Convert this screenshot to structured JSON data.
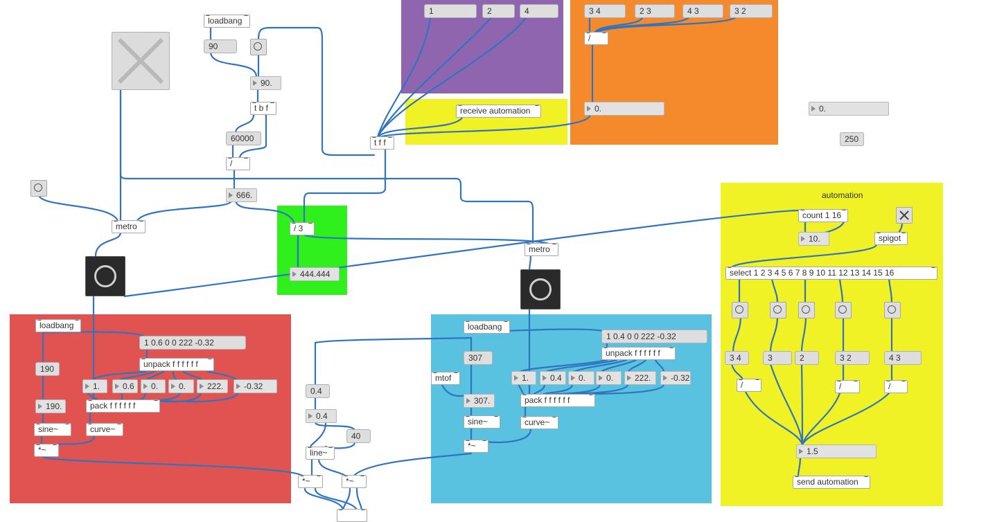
{
  "colors": {
    "canvas": "#ffffff",
    "wire": "#2f74c0",
    "panel_purple": "#9065b0",
    "panel_orange": "#f58a2c",
    "panel_yellow": "#f1f225",
    "panel_green": "#2ff01c",
    "panel_red": "#e05350",
    "panel_cyan": "#58c2e0"
  },
  "automation_panel": {
    "title": "automation"
  },
  "objects": {
    "loadbang_top": "loadbang",
    "tbf": "t b f",
    "divide_tempo": "/",
    "metro_left": "metro",
    "tff": "t f f",
    "div3": "/ 3",
    "metro_mid": "metro",
    "receive_automation": "receive automation",
    "divide_ratio": "/",
    "count": "count 1 16",
    "spigot": "spigot",
    "select": "select 1 2 3 4 5 6 7 8 9 10 11 12 13 14 15 16",
    "div_a1": "/",
    "div_a2": "/",
    "div_a3": "/",
    "send_automation": "send automation",
    "loadbang_red": "loadbang",
    "unpack_red": "unpack f f f f f f",
    "pack_red": "pack f f f f f f",
    "sine_red": "sine~",
    "curve_red": "curve~",
    "mul_red": "*~",
    "line": "line~",
    "mul_a": "*~",
    "mul_b": "*~",
    "loadbang_cyan": "loadbang",
    "mtof": "mtof",
    "unpack_cyan": "unpack f f f f f f",
    "pack_cyan": "pack f f f f f f",
    "sine_cyan": "sine~",
    "curve_cyan": "curve~",
    "mul_cyan": "*~"
  },
  "messages": {
    "m1": "1",
    "m2": "2",
    "m4": "4",
    "r34": "3 4",
    "r23": "2 3",
    "r43": "4 3",
    "r32": "3 2",
    "m90": "90",
    "m60000": "60000",
    "m250": "250",
    "env_red": "1 0.6 0 0 222 -0.32",
    "m190": "190",
    "m04": "0.4",
    "m40": "40",
    "m307": "307",
    "env_cyan": "1 0.4 0 0 222 -0.32",
    "a34": "3 4",
    "a3": "3",
    "a2": "2",
    "a32": "3 2",
    "a43": "4 3"
  },
  "numbers": {
    "n90": "90.",
    "n666": "666.",
    "n444": "444.444",
    "n_ratio": "0.",
    "n_right": "0.",
    "n10": "10.",
    "n15": "1.5",
    "n190": "190.",
    "n04": "0.4",
    "n307": "307.",
    "red_vals": [
      "1.",
      "0.6",
      "0.",
      "0.",
      "222.",
      "-0.32"
    ],
    "cyan_vals": [
      "1.",
      "0.4",
      "0.",
      "0.",
      "222.",
      "-0.32"
    ]
  }
}
